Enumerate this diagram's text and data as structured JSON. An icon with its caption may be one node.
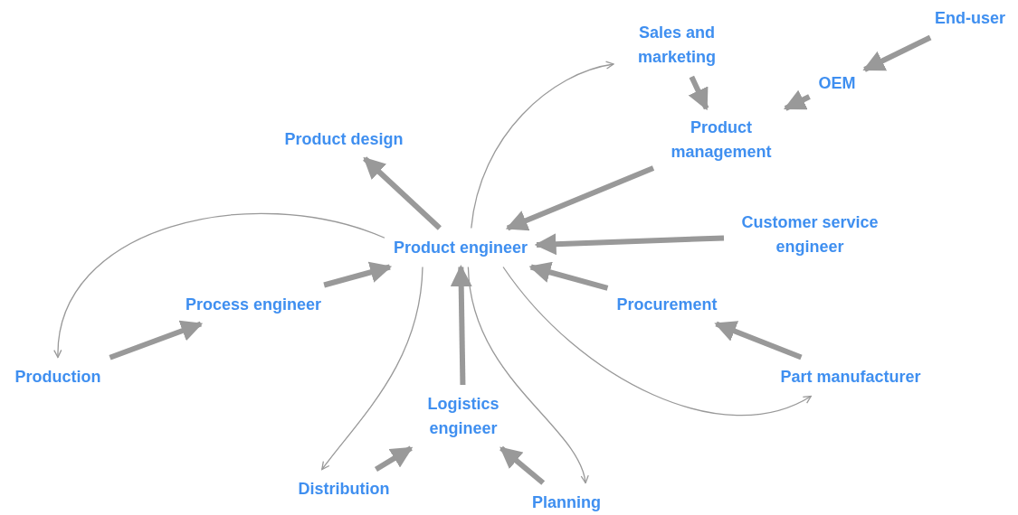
{
  "diagram": {
    "nodes": [
      {
        "text": [
          "Sales and marketing"
        ]
      },
      {
        "text": [
          "End-user"
        ]
      },
      {
        "text": [
          "OEM"
        ]
      },
      {
        "text": [
          "Product management"
        ]
      },
      {
        "text": [
          "Product design"
        ]
      },
      {
        "text": [
          "Product engineer"
        ]
      },
      {
        "text": [
          "Customer service engineer"
        ]
      },
      {
        "text": [
          "Process engineer"
        ]
      },
      {
        "text": [
          "Procurement"
        ]
      },
      {
        "text": [
          "Production"
        ]
      },
      {
        "text": [
          "Part manufacturer"
        ]
      },
      {
        "text": [
          "Logistics engineer"
        ]
      },
      {
        "text": [
          "Distribution"
        ]
      },
      {
        "text": [
          "Planning"
        ]
      }
    ],
    "edges": [
      {
        "from": 1,
        "to": 2,
        "arrow": "to"
      },
      {
        "from": 2,
        "to": 3,
        "arrow": "to"
      },
      {
        "from": 0,
        "to": 3,
        "arrow": "to"
      },
      {
        "from": 3,
        "to": 5,
        "arrow": "to"
      },
      {
        "from": 6,
        "to": 5,
        "arrow": "to"
      },
      {
        "from": 5,
        "to": 4,
        "arrow": "to"
      },
      {
        "from": 7,
        "to": 5,
        "arrow": "to"
      },
      {
        "from": 9,
        "to": 7,
        "arrow": "to"
      },
      {
        "from": 8,
        "to": 5,
        "arrow": "to"
      },
      {
        "from": 10,
        "to": 8,
        "arrow": "to"
      },
      {
        "from": 11,
        "to": 5,
        "arrow": "to"
      },
      {
        "from": 12,
        "to": 11,
        "arrow": "to"
      },
      {
        "from": 13,
        "to": 11,
        "arrow": "to"
      },
      {
        "from": 5,
        "to": 0,
        "arrow": "to"
      },
      {
        "from": 5,
        "to": 9,
        "arrow": "to"
      },
      {
        "from": 5,
        "to": 12,
        "arrow": "to"
      },
      {
        "from": 5,
        "to": 13,
        "arrow": "to"
      },
      {
        "from": 5,
        "to": 10,
        "arrow": "to"
      }
    ]
  }
}
